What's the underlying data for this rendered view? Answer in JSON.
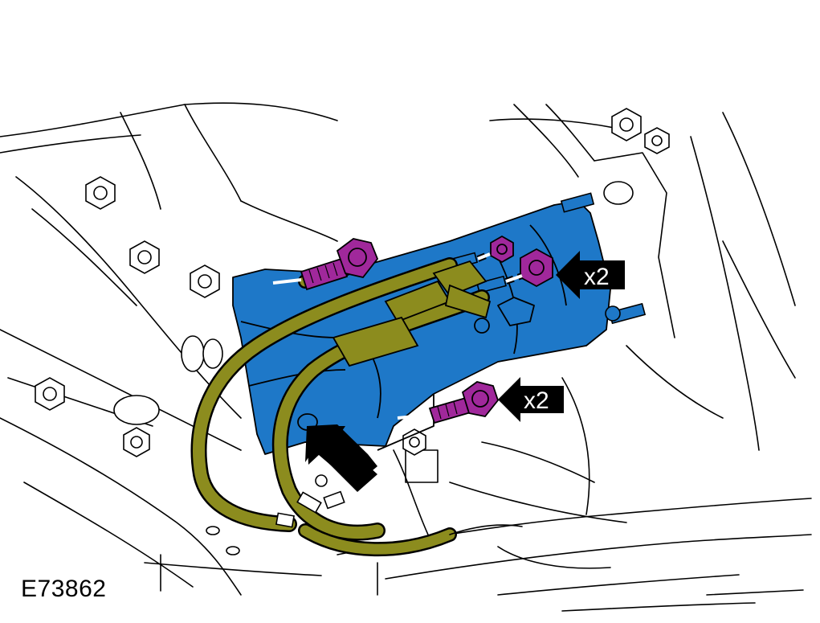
{
  "figure": {
    "reference_id": "E73862",
    "callouts": {
      "upper_qty": "x2",
      "lower_qty": "x2"
    }
  },
  "colors": {
    "starter_motor": "#1e78c8",
    "bolt": "#a0289b",
    "cable": "#8c8c1e",
    "line": "#000000",
    "callout_bg": "#000000",
    "callout_text": "#ffffff"
  }
}
